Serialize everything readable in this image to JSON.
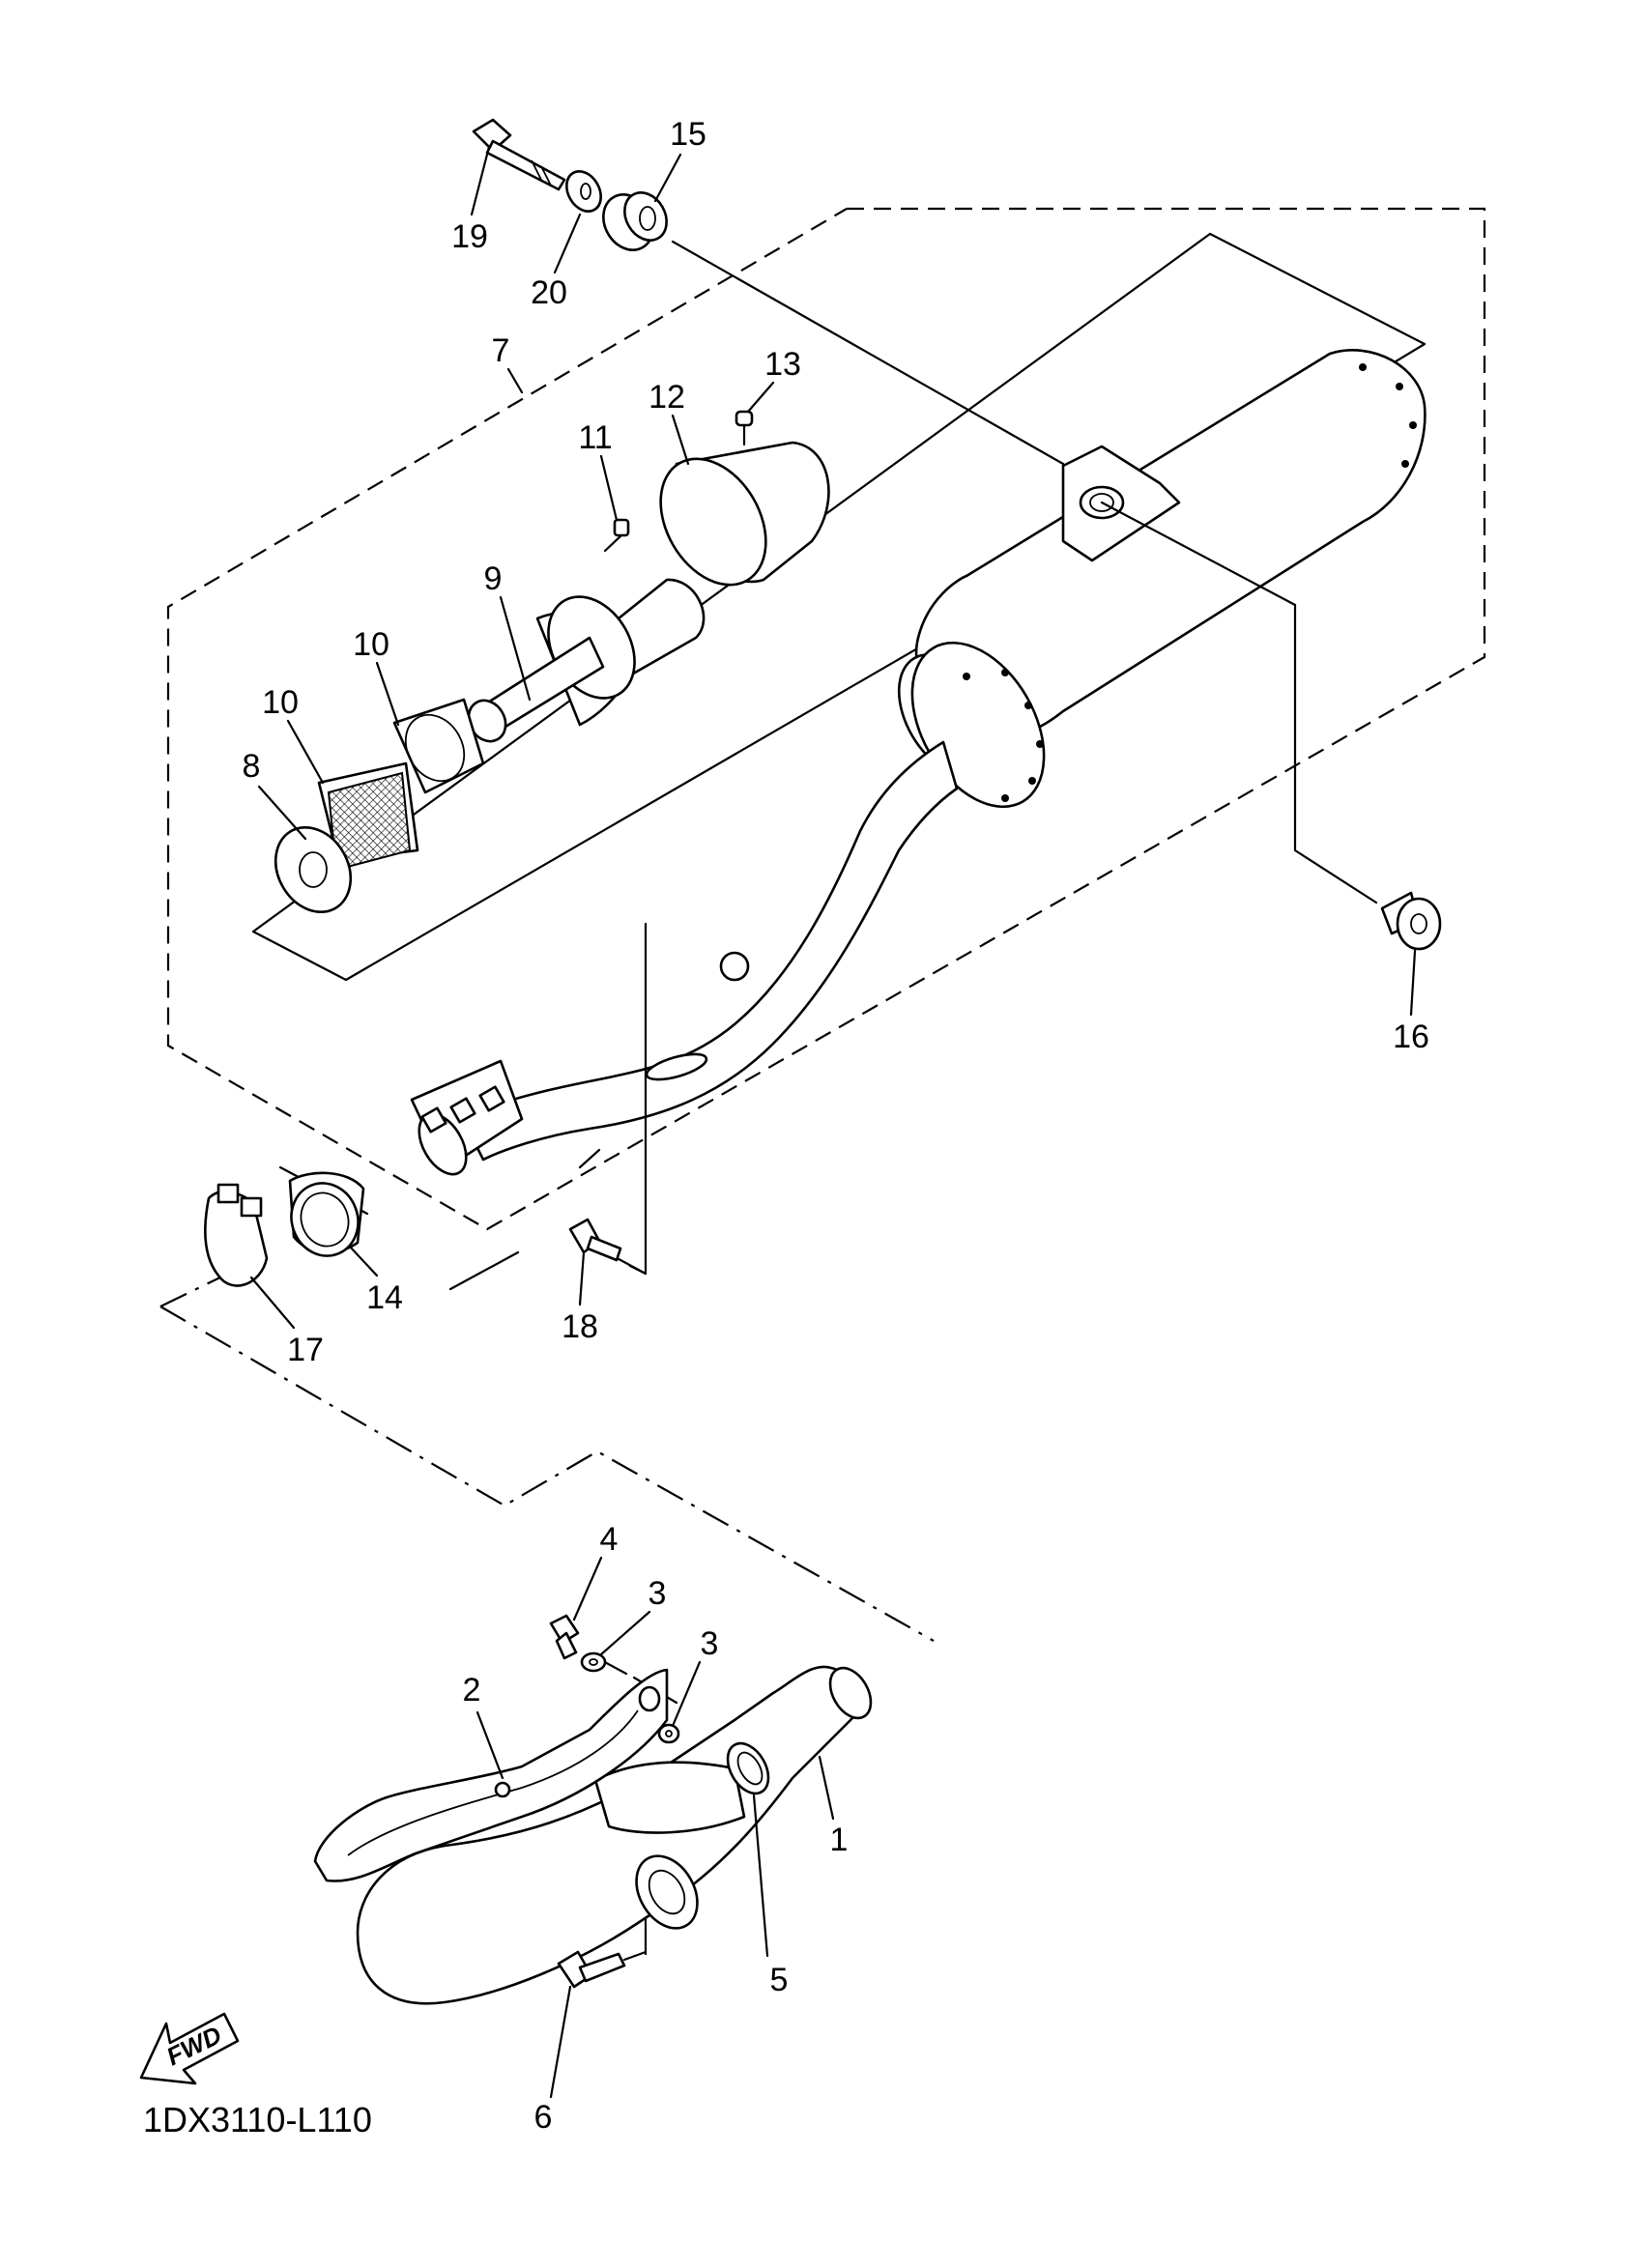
{
  "diagram": {
    "code": "1DX3110-L110",
    "fwd_label": "FWD",
    "part_numbers": [
      "1",
      "2",
      "3",
      "3",
      "4",
      "5",
      "6",
      "7",
      "8",
      "9",
      "10",
      "10",
      "11",
      "12",
      "13",
      "14",
      "15",
      "16",
      "17",
      "18",
      "19",
      "20"
    ]
  }
}
